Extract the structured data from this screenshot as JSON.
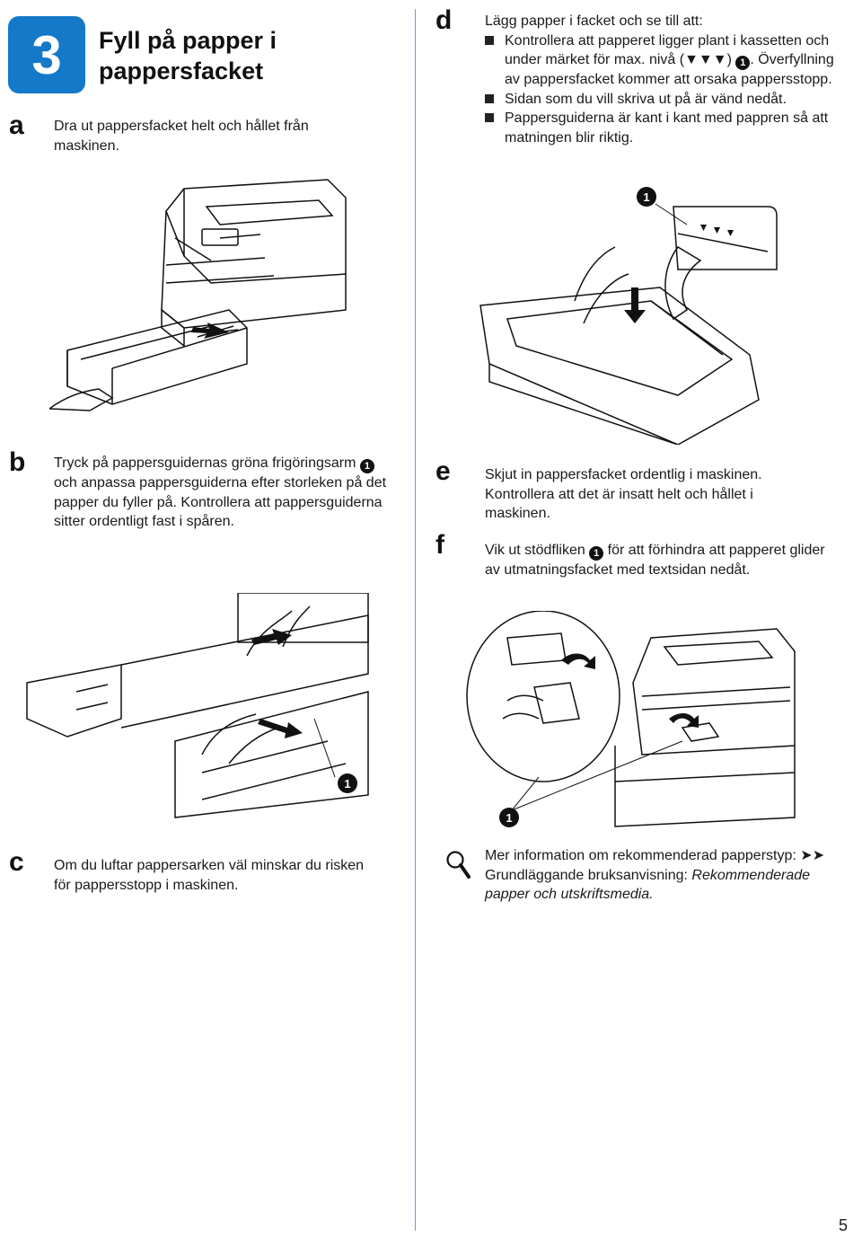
{
  "section": {
    "step_number": "3",
    "title": "Fyll på papper i pappersfacket"
  },
  "steps": {
    "a": {
      "letter": "a",
      "text": "Dra ut pappersfacket helt och hållet från maskinen."
    },
    "b": {
      "letter": "b",
      "text_before": "Tryck på pappersguidernas gröna frigöringsarm",
      "callout": "1",
      "text_after": "och anpassa pappersguiderna efter storleken på det papper du fyller på. Kontrollera att pappersguiderna sitter ordentligt fast i spåren."
    },
    "c": {
      "letter": "c",
      "text": "Om du luftar pappersarken väl minskar du risken för pappersstopp i maskinen."
    },
    "d": {
      "letter": "d",
      "intro": "Lägg papper i facket och se till att:",
      "bullet1_before": "Kontrollera att papperet ligger plant i kassetten och under märket för max. nivå (▼▼▼)",
      "bullet1_callout": "1",
      "bullet1_after": ". Överfyllning av pappersfacket kommer att orsaka pappersstopp.",
      "bullet2": "Sidan som du vill skriva ut på är vänd nedåt.",
      "bullet3": "Pappersguiderna är kant i kant med pappren så att matningen blir riktig."
    },
    "e": {
      "letter": "e",
      "text": "Skjut in pappersfacket ordentlig i maskinen. Kontrollera att det är insatt helt och hållet i maskinen."
    },
    "f": {
      "letter": "f",
      "text_before": "Vik ut stödfliken",
      "callout": "1",
      "text_after": "för att förhindra att papperet glider av utmatningsfacket med textsidan nedåt."
    }
  },
  "note": {
    "line1": "Mer information om rekommenderad papperstyp:",
    "arrows": "➤➤",
    "guide": "Grundläggande bruksanvisning:",
    "italic_ref": "Rekommenderade papper och utskriftsmedia."
  },
  "callouts": {
    "d_illus": "1",
    "b_illus": "1",
    "f_illus": "1"
  },
  "page_number": "5",
  "colors": {
    "accent": "#1479c9",
    "divider": "#6d9cd4"
  }
}
